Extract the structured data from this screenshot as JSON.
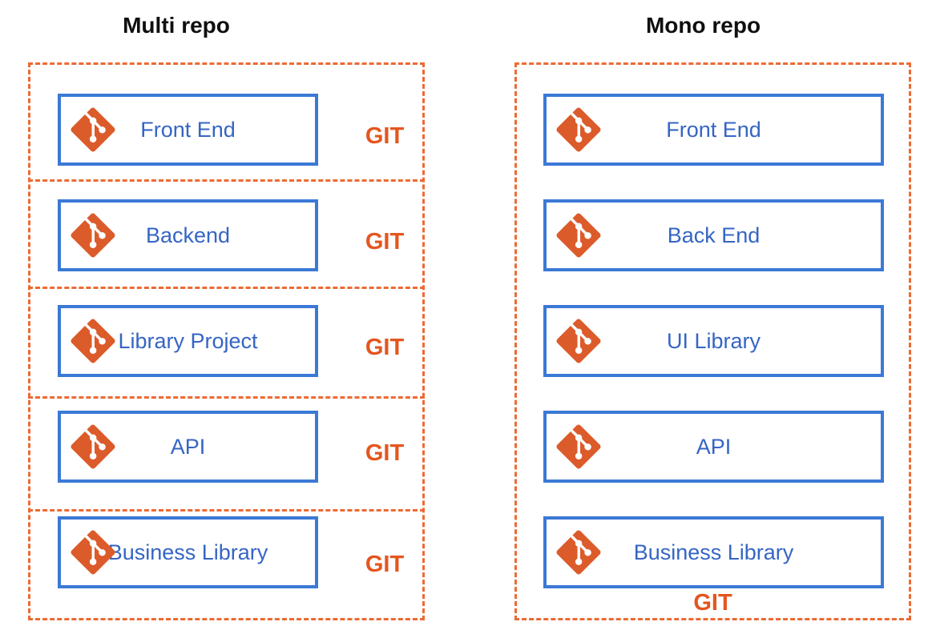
{
  "diagram": {
    "colors": {
      "background": "#ffffff",
      "dashed_border": "#ed6a33",
      "blue_border": "#3b79d6",
      "label_text": "#3565c4",
      "git_label": "#e4561f",
      "git_icon": "#dc5b2a",
      "title_text": "#0f0f0f"
    },
    "columns": [
      {
        "title": "Multi repo",
        "layout": "one-dashed-git-repo-per-project",
        "items": [
          {
            "label": "Front End",
            "git_label": "GIT"
          },
          {
            "label": "Backend",
            "git_label": "GIT"
          },
          {
            "label": "Library Project",
            "git_label": "GIT"
          },
          {
            "label": "API",
            "git_label": "GIT"
          },
          {
            "label": "Business Library",
            "git_label": "GIT"
          }
        ]
      },
      {
        "title": "Mono repo",
        "layout": "single-dashed-git-repo-containing-all-projects",
        "items": [
          {
            "label": "Front End"
          },
          {
            "label": "Back End"
          },
          {
            "label": "UI Library"
          },
          {
            "label": "API"
          },
          {
            "label": "Business Library"
          }
        ],
        "git_label": "GIT"
      }
    ]
  }
}
